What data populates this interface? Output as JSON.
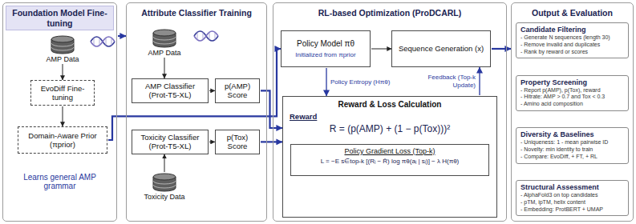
{
  "diagram": {
    "nodes": [
      {
        "text": [
          "Foundation Model Fine-tuning",
          "Learns general AMP grammar"
        ]
      },
      {
        "text": [
          "AMP Data"
        ],
        "in": 0
      },
      {
        "text": [
          "EvoDiff Fine-tuning"
        ],
        "in": 0
      },
      {
        "text": [
          "Domain-Aware Prior (πprior)"
        ],
        "in": 0
      },
      {
        "text": [
          "Attribute Classifier Training"
        ]
      },
      {
        "text": [
          "AMP Data"
        ],
        "in": 4
      },
      {
        "text": [
          "AMP Classifier (Prot-T5-XL)"
        ],
        "in": 4
      },
      {
        "text": [
          "p(AMP) Score"
        ],
        "in": 4
      },
      {
        "text": [
          "Toxicity Classifier (Prot-T5-XL)"
        ],
        "in": 4
      },
      {
        "text": [
          "p(Tox) Score"
        ],
        "in": 4
      },
      {
        "text": [
          "Toxicity Data"
        ],
        "in": 4
      },
      {
        "text": [
          "RL-based Optimization (ProDCARL)"
        ]
      },
      {
        "text": [
          "Policy Model πθ",
          "Initialized from πprior"
        ],
        "in": 11
      },
      {
        "text": [
          "Sequence Generation (x)"
        ],
        "in": 11
      },
      {
        "text": [
          "Reward & Loss Calculation",
          "Reward",
          "R = (p(AMP) + (1 − p(Tox)))²"
        ],
        "in": 11
      },
      {
        "text": [
          "Policy Gradient Loss (Top-k)",
          "L = −E s∈top-k [(Rᵢ − R̄) log πθ(aᵢ | sᵢ)] − λ H(πθ)"
        ],
        "in": 14
      },
      {
        "text": [
          "Output & Evaluation"
        ]
      },
      {
        "text": [
          "Candidate Filtering",
          "- Generate N sequences (length 30)",
          "- Remove invalid and duplicates",
          "- Rank by reward or scores"
        ],
        "in": 16
      },
      {
        "text": [
          "Property Screening",
          "- Report p(AMP), p(Tox), reward",
          "- Hitrate: AMP > 0.7 and Tox < 0.3",
          "- Amino acid composition"
        ],
        "in": 16
      },
      {
        "text": [
          "Diversity & Baselines",
          "- Uniqueness: 1 - mean pairwise ID",
          "- Novelty: min identity to train",
          "- Compare: EvoDiff, + FT, + RL"
        ],
        "in": 16
      },
      {
        "text": [
          "Structural Assessment",
          "- AlphaFold3 on top candidates",
          "- pTM, ipTM, helix content",
          "- Embedding: ProtBERT + UMAP"
        ],
        "in": 16
      }
    ],
    "edges": [
      {
        "from": 1,
        "to": 2,
        "arrow": "to"
      },
      {
        "from": 2,
        "to": 3,
        "arrow": "to"
      },
      {
        "from": 0,
        "to": 4,
        "arrow": "to"
      },
      {
        "from": 3,
        "to": 12,
        "arrow": "to"
      },
      {
        "from": 5,
        "to": 6,
        "arrow": "to"
      },
      {
        "from": 6,
        "to": 7,
        "arrow": "to"
      },
      {
        "from": 7,
        "to": 14,
        "arrow": "to"
      },
      {
        "from": 9,
        "to": 14,
        "arrow": "to"
      },
      {
        "from": 10,
        "to": 8,
        "arrow": "to"
      },
      {
        "from": 8,
        "to": 9,
        "arrow": "to"
      },
      {
        "from": 12,
        "to": 13,
        "arrow": "to"
      },
      {
        "from": 13,
        "to": 16,
        "arrow": "to"
      },
      {
        "from": 14,
        "to": 13,
        "arrow": "to",
        "label": "Feedback (Top-k Update)"
      },
      {
        "from": 12,
        "to": 14,
        "arrow": "to",
        "label": "Policy Entropy (Hπθ)"
      }
    ]
  }
}
